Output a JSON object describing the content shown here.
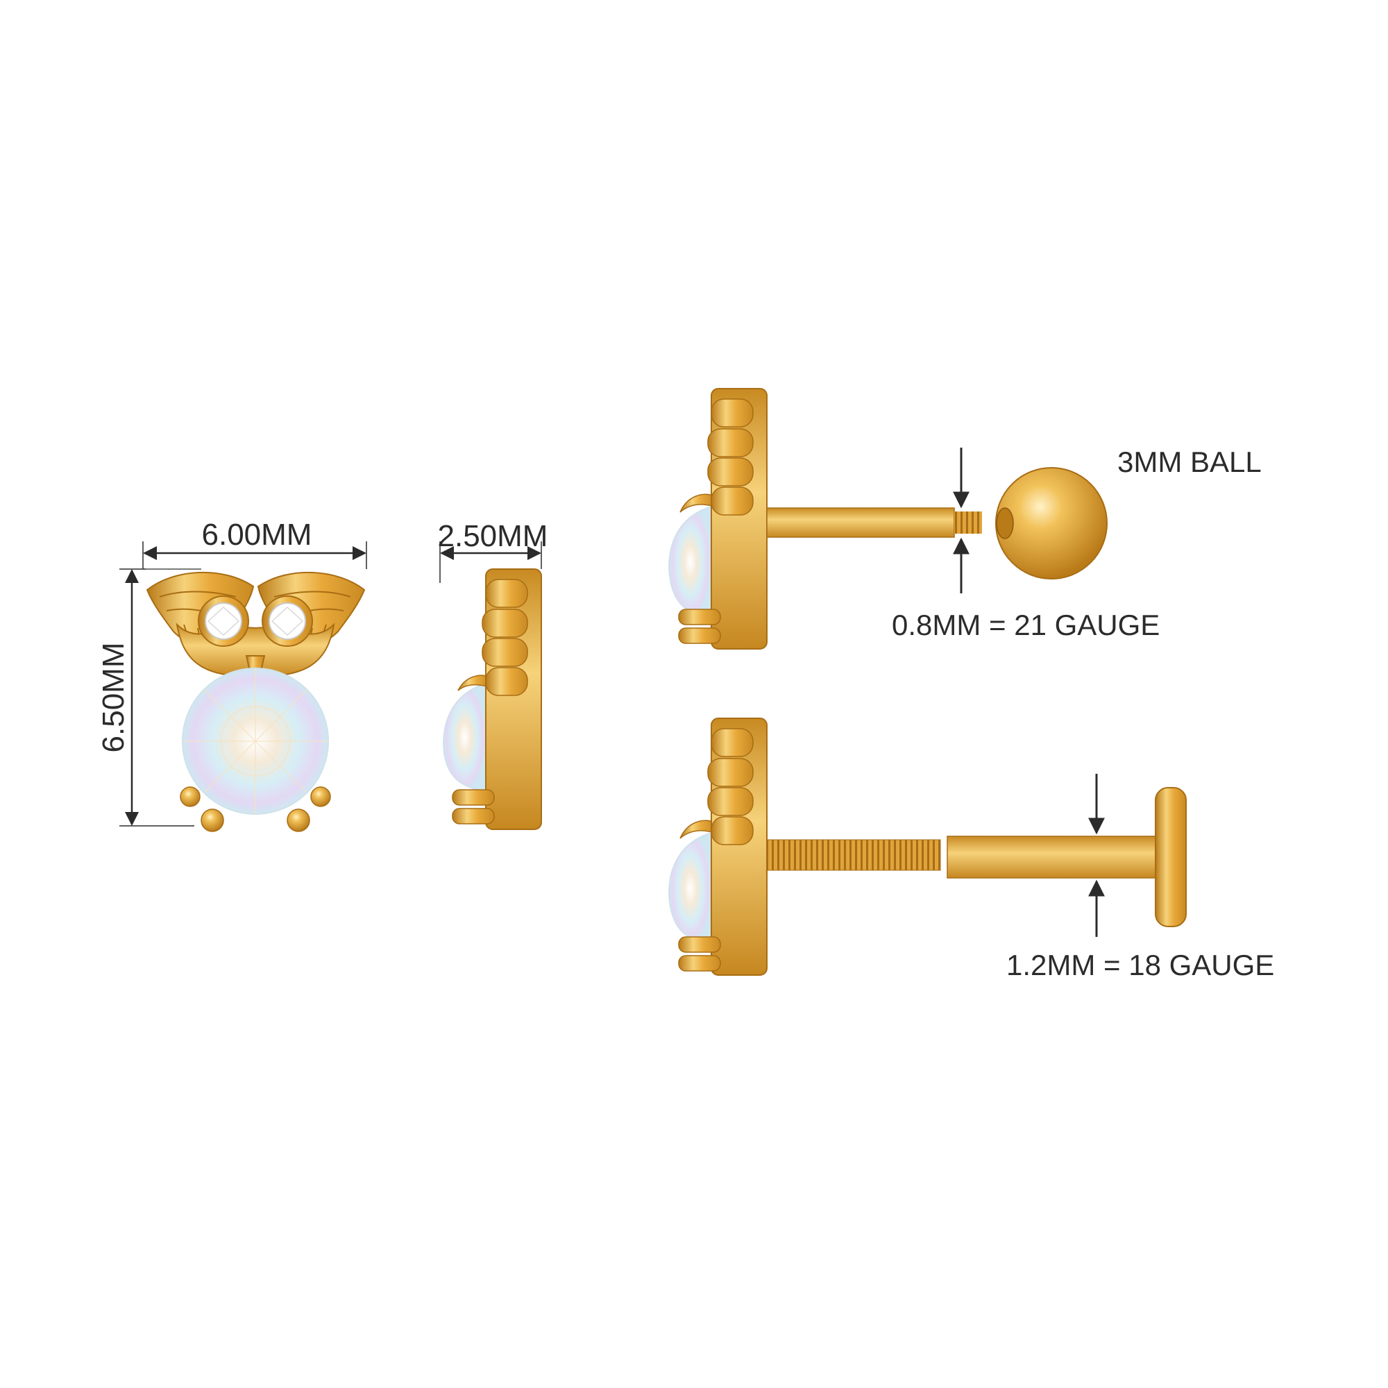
{
  "dimensions": {
    "width_label": "6.00MM",
    "height_label": "6.50MM",
    "depth_label": "2.50MM"
  },
  "ball_variant": {
    "ball_label": "3MM BALL",
    "gauge_label": "0.8MM = 21 GAUGE"
  },
  "flat_variant": {
    "gauge_label": "1.2MM = 18 GAUGE"
  },
  "colors": {
    "gold": "#e8a93a",
    "gold_light": "#f6d27a",
    "gold_dark": "#b97a18",
    "opal": "#dff1f7",
    "diamond": "#ffffff",
    "annotation": "#2b2b2b"
  }
}
